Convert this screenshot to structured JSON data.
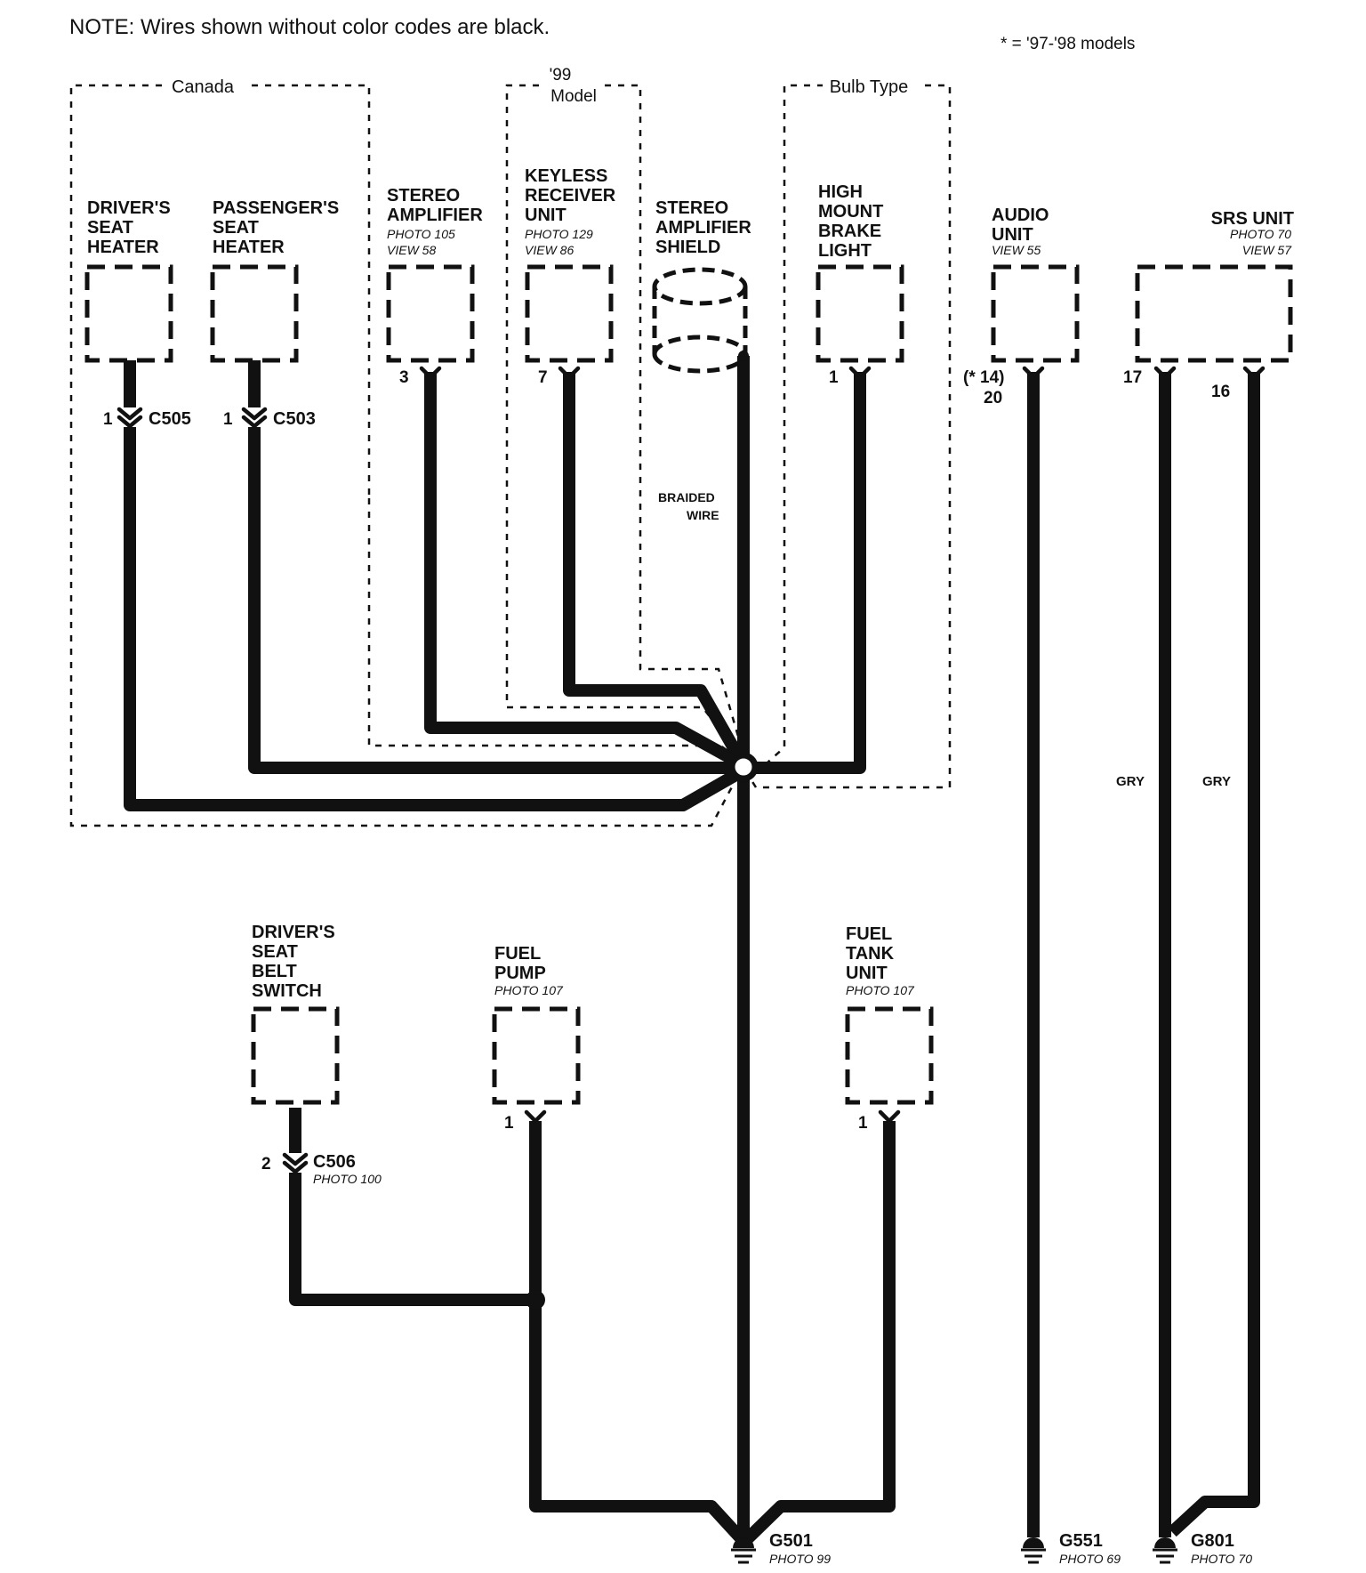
{
  "note": "NOTE: Wires shown without color codes are black.",
  "model_note": "* = '97-'98 models",
  "regions": {
    "canada": "Canada",
    "model99_line1": "'99",
    "model99_line2": "Model",
    "bulb": "Bulb Type"
  },
  "components": {
    "drivers_seat_heater": {
      "lines": [
        "DRIVER'S",
        "SEAT",
        "HEATER"
      ]
    },
    "passengers_seat_heater": {
      "lines": [
        "PASSENGER'S",
        "SEAT",
        "HEATER"
      ]
    },
    "stereo_amplifier": {
      "lines": [
        "STEREO",
        "AMPLIFIER"
      ],
      "photo": "PHOTO 105",
      "view": "VIEW 58"
    },
    "keyless_receiver": {
      "lines": [
        "KEYLESS",
        "RECEIVER",
        "UNIT"
      ],
      "photo": "PHOTO 129",
      "view": "VIEW 86"
    },
    "stereo_shield": {
      "lines": [
        "STEREO",
        "AMPLIFIER",
        "SHIELD"
      ]
    },
    "brake_light": {
      "lines": [
        "HIGH",
        "MOUNT",
        "BRAKE",
        "LIGHT"
      ]
    },
    "audio_unit": {
      "lines": [
        "AUDIO",
        "UNIT"
      ],
      "view": "VIEW 55"
    },
    "srs_unit": {
      "lines": [
        "SRS UNIT"
      ],
      "photo": "PHOTO 70",
      "view": "VIEW 57"
    },
    "seat_belt_switch": {
      "lines": [
        "DRIVER'S",
        "SEAT",
        "BELT",
        "SWITCH"
      ]
    },
    "fuel_pump": {
      "lines": [
        "FUEL",
        "PUMP"
      ],
      "photo": "PHOTO 107"
    },
    "fuel_tank": {
      "lines": [
        "FUEL",
        "TANK",
        "UNIT"
      ],
      "photo": "PHOTO 107"
    }
  },
  "connectors": {
    "c505": "C505",
    "c503": "C503",
    "c506": "C506",
    "c506_photo": "PHOTO 100"
  },
  "pins": {
    "dsh": "1",
    "psh": "1",
    "amp": "3",
    "keyless": "7",
    "brake": "1",
    "audio_alt": "(* 14)",
    "audio": "20",
    "srs_a": "17",
    "srs_b": "16",
    "belt": "2",
    "pump": "1",
    "tank": "1"
  },
  "braided_line1": "BRAIDED",
  "braided_line2": "WIRE",
  "wire_colors": {
    "srs_left": "GRY",
    "srs_right": "GRY"
  },
  "grounds": {
    "g501": {
      "label": "G501",
      "photo": "PHOTO 99"
    },
    "g551": {
      "label": "G551",
      "photo": "PHOTO 69"
    },
    "g801": {
      "label": "G801",
      "photo": "PHOTO 70"
    }
  }
}
